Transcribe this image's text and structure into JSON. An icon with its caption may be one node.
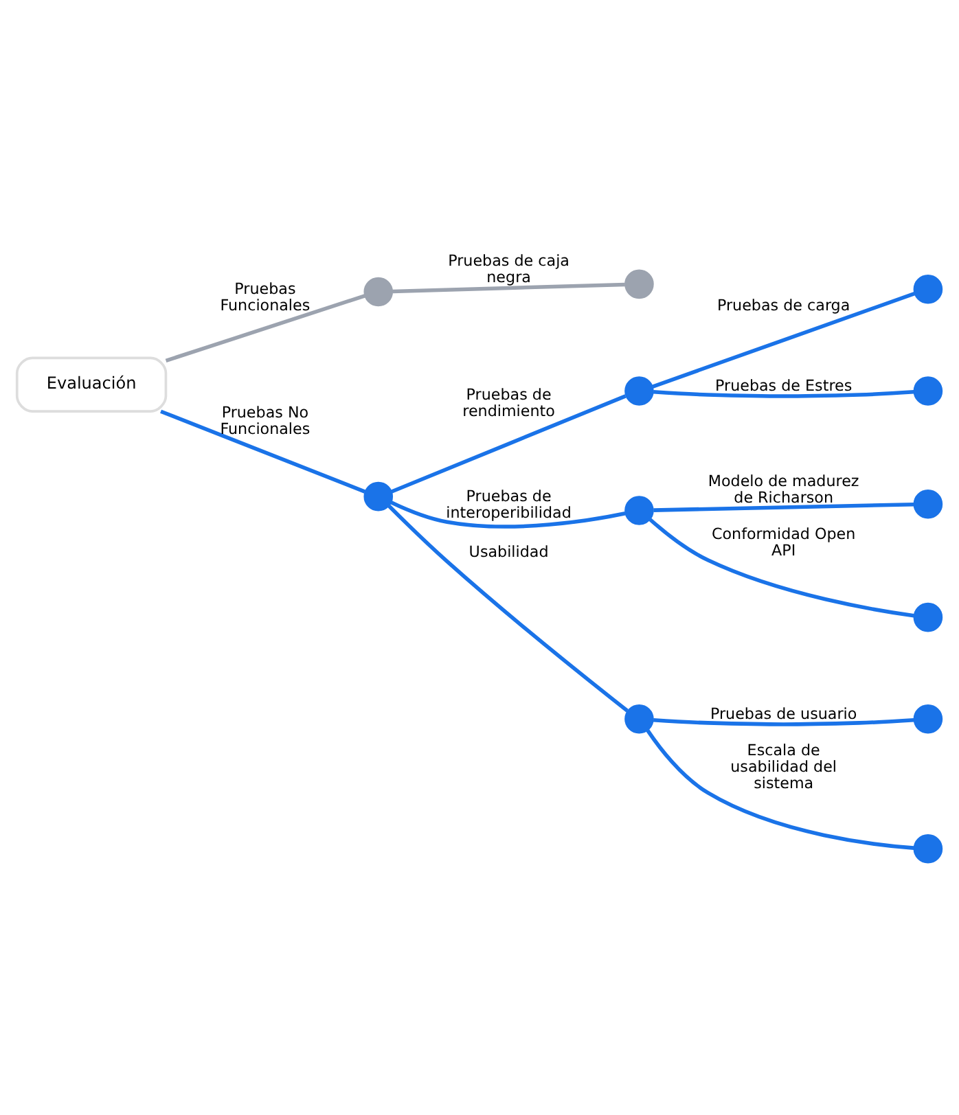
{
  "diagram": {
    "nodes": [
      {
        "text": [
          "Evaluación"
        ]
      },
      {
        "text": [],
        "shape": "circle"
      },
      {
        "text": [],
        "shape": "circle"
      },
      {
        "text": [],
        "shape": "circle"
      },
      {
        "text": [],
        "shape": "circle"
      },
      {
        "text": [],
        "shape": "circle"
      },
      {
        "text": [],
        "shape": "circle"
      },
      {
        "text": [],
        "shape": "circle"
      },
      {
        "text": [],
        "shape": "circle"
      },
      {
        "text": [],
        "shape": "circle"
      },
      {
        "text": [],
        "shape": "circle"
      },
      {
        "text": [],
        "shape": "circle"
      },
      {
        "text": [],
        "shape": "circle"
      }
    ],
    "edges": [
      {
        "from": 0,
        "to": 1,
        "arrow": "none",
        "label": "Pruebas Funcionales",
        "color": "#9ca3af"
      },
      {
        "from": 1,
        "to": 2,
        "arrow": "none",
        "label": "Pruebas de caja negra",
        "color": "#9ca3af"
      },
      {
        "from": 0,
        "to": 3,
        "arrow": "none",
        "label": "Pruebas No Funcionales"
      },
      {
        "from": 3,
        "to": 4,
        "arrow": "none",
        "label": "Pruebas de rendimiento"
      },
      {
        "from": 3,
        "to": 5,
        "arrow": "none",
        "label": "Pruebas de interoperibilidad"
      },
      {
        "from": 3,
        "to": 6,
        "arrow": "none",
        "label": "Usabilidad"
      },
      {
        "from": 4,
        "to": 7,
        "arrow": "none",
        "label": "Pruebas de carga"
      },
      {
        "from": 4,
        "to": 8,
        "arrow": "none",
        "label": "Pruebas de Estres"
      },
      {
        "from": 5,
        "to": 9,
        "arrow": "none",
        "label": "Modelo de madurez de Richarson"
      },
      {
        "from": 5,
        "to": 10,
        "arrow": "none",
        "label": "Conformidad Open API"
      },
      {
        "from": 6,
        "to": 11,
        "arrow": "none",
        "label": "Pruebas de usuario"
      },
      {
        "from": 6,
        "to": 12,
        "arrow": "none",
        "label": "Escala de usabilidad del sistema"
      }
    ]
  }
}
